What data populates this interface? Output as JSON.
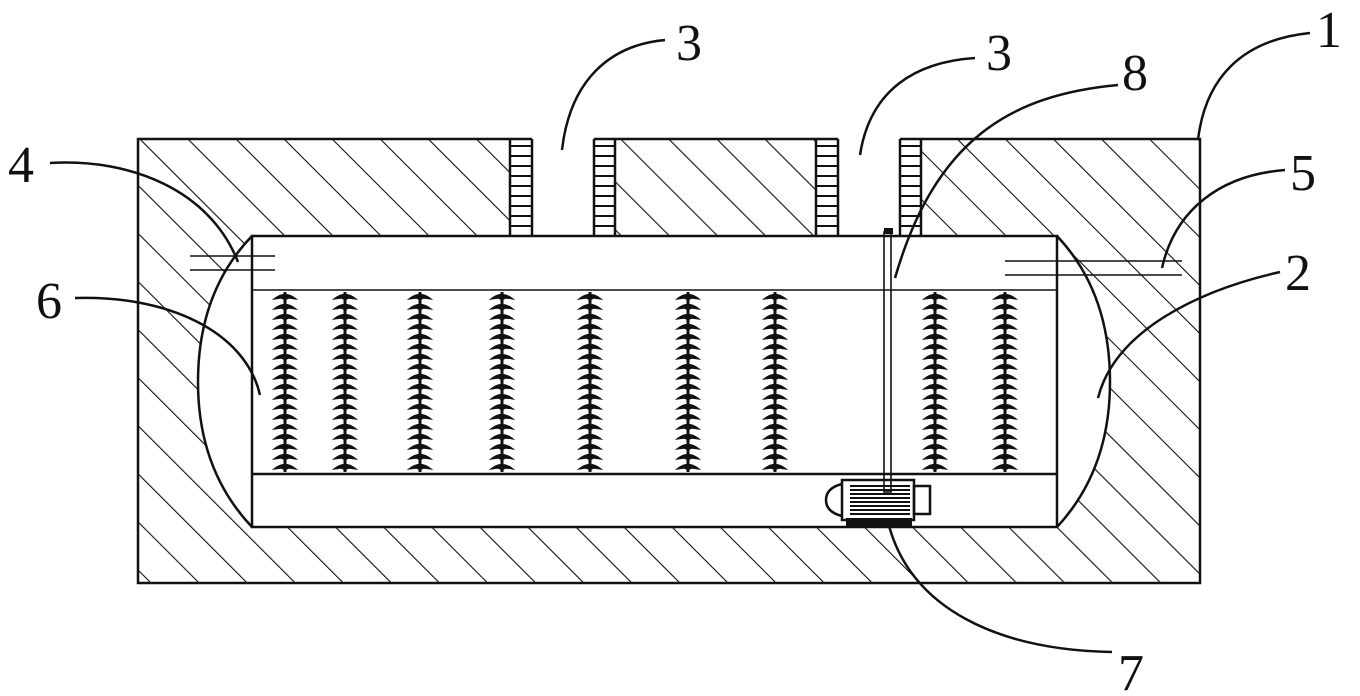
{
  "figure": {
    "labels": {
      "l1": "1",
      "l2": "2",
      "l3a": "3",
      "l3b": "3",
      "l4": "4",
      "l5": "5",
      "l6": "6",
      "l7": "7",
      "l8": "8"
    },
    "brush_count": 9,
    "colors": {
      "ink": "#111111",
      "background": "#ffffff"
    }
  }
}
